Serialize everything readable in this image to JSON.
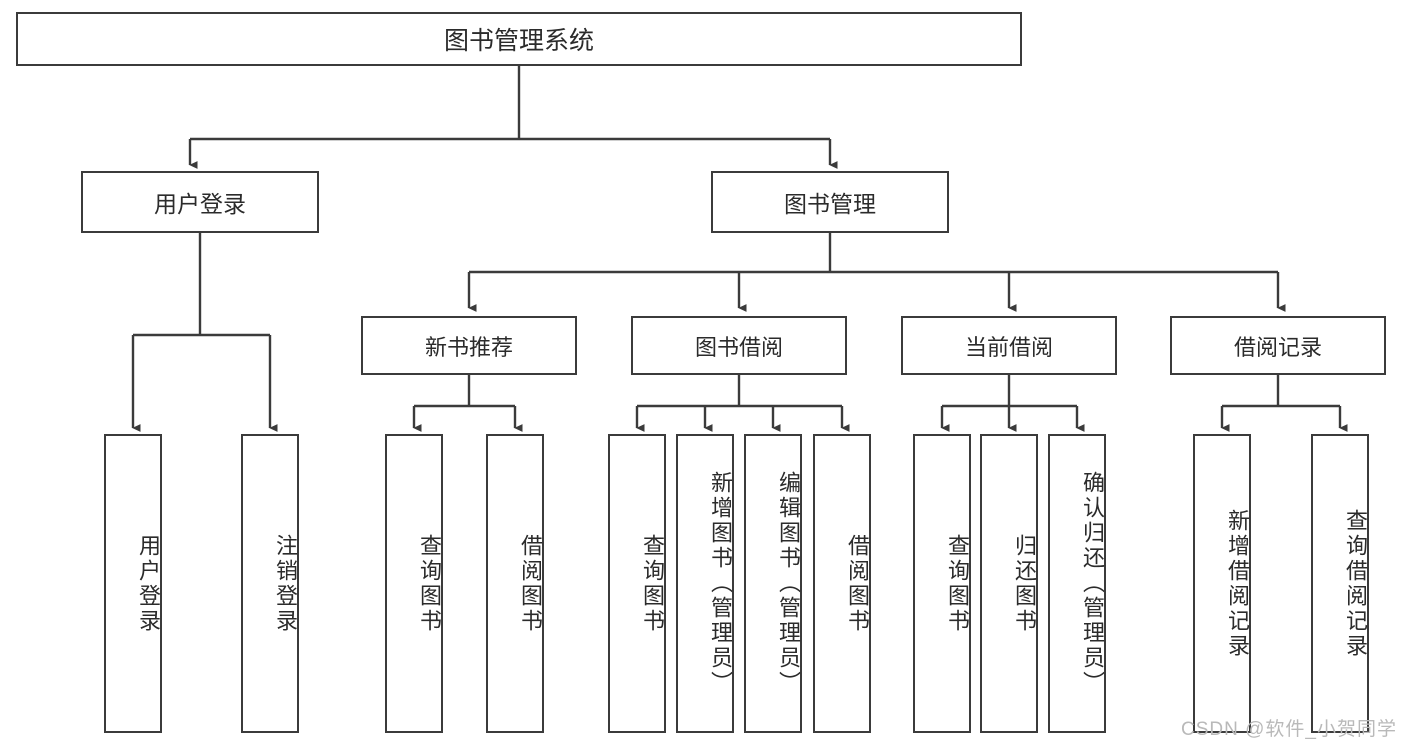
{
  "diagram": {
    "title": "图书管理系统",
    "type": "hierarchy-tree",
    "root": {
      "label": "图书管理系统"
    },
    "level2": [
      {
        "label": "用户登录"
      },
      {
        "label": "图书管理"
      }
    ],
    "level3": [
      {
        "label": "新书推荐"
      },
      {
        "label": "图书借阅"
      },
      {
        "label": "当前借阅"
      },
      {
        "label": "借阅记录"
      }
    ],
    "leaves": {
      "user_login": [
        {
          "label": "用户登录"
        },
        {
          "label": "注销登录"
        }
      ],
      "new_book_recommend": [
        {
          "label": "查询图书"
        },
        {
          "label": "借阅图书"
        }
      ],
      "book_borrow": [
        {
          "label": "查询图书"
        },
        {
          "label": "新增图书（管理员）"
        },
        {
          "label": "编辑图书（管理员）"
        },
        {
          "label": "借阅图书"
        }
      ],
      "current_borrow": [
        {
          "label": "查询图书"
        },
        {
          "label": "归还图书"
        },
        {
          "label": "确认归还（管理员）"
        }
      ],
      "borrow_record": [
        {
          "label": "新增借阅记录"
        },
        {
          "label": "查询借阅记录"
        }
      ]
    }
  },
  "watermark": {
    "text": "CSDN @软件_小贺同学"
  },
  "colors": {
    "border": "#3b3b3b",
    "background": "#ffffff",
    "text": "#2b2b2b",
    "watermark": "#b9b9b9"
  }
}
